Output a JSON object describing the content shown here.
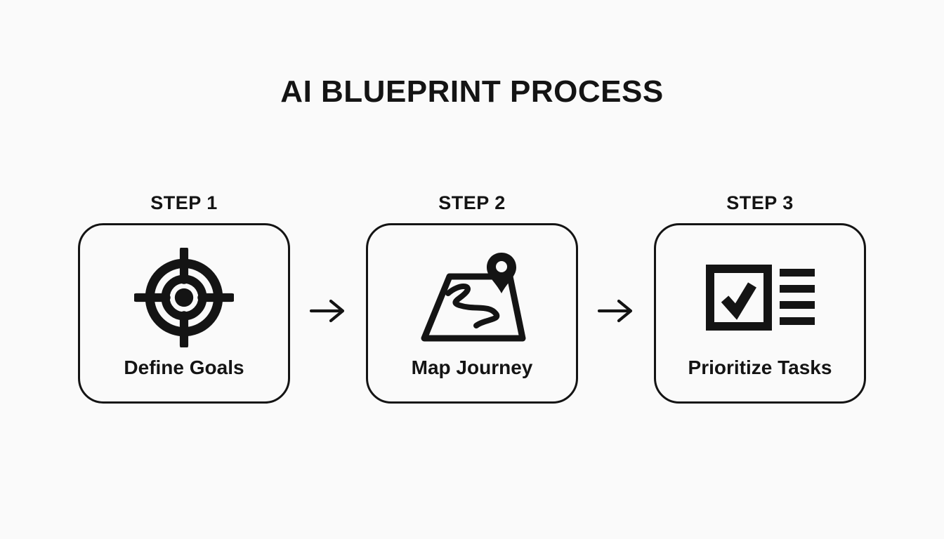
{
  "title": "AI BLUEPRINT PROCESS",
  "colors": {
    "background": "#fafafa",
    "ink": "#141414"
  },
  "steps": [
    {
      "step_label": "STEP 1",
      "name": "Define Goals",
      "icon": "target-icon"
    },
    {
      "step_label": "STEP 2",
      "name": "Map Journey",
      "icon": "map-route-pin-icon"
    },
    {
      "step_label": "STEP 3",
      "name": "Prioritize Tasks",
      "icon": "checklist-icon"
    }
  ],
  "connectors": [
    {
      "symbol": "→"
    },
    {
      "symbol": "→"
    }
  ]
}
